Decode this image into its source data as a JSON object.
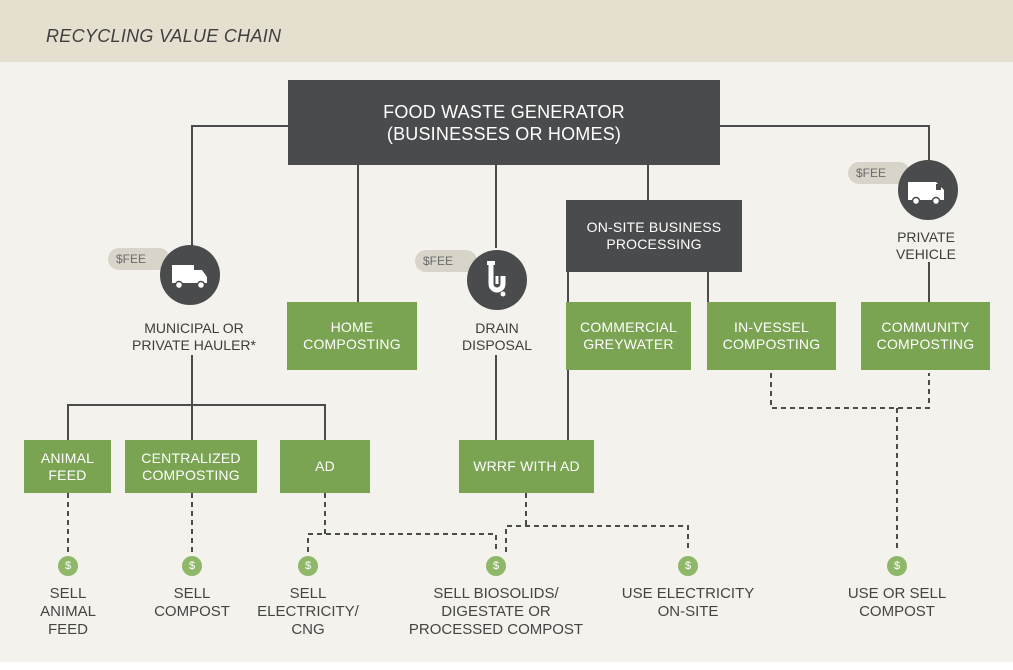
{
  "header": {
    "title": "RECYCLING VALUE CHAIN"
  },
  "generator": {
    "label": "FOOD WASTE GENERATOR\n(BUSINESSES OR HOMES)"
  },
  "onsite": {
    "label": "ON-SITE BUSINESS\nPROCESSING"
  },
  "fee_label": "$FEE",
  "coin_symbol": "$",
  "hauler": {
    "label": "MUNICIPAL OR\nPRIVATE HAULER*"
  },
  "drain": {
    "label": "DRAIN\nDISPOSAL"
  },
  "vehicle": {
    "label": "PRIVATE\nVEHICLE"
  },
  "boxes": {
    "home_composting": "HOME\nCOMPOSTING",
    "commercial_greywater": "COMMERCIAL\nGREYWATER",
    "in_vessel": "IN-VESSEL\nCOMPOSTING",
    "community": "COMMUNITY\nCOMPOSTING",
    "animal_feed": "ANIMAL\nFEED",
    "centralized": "CENTRALIZED\nCOMPOSTING",
    "ad": "AD",
    "wrrf": "WRRF WITH AD"
  },
  "outcomes": {
    "sell_animal_feed": "SELL\nANIMAL\nFEED",
    "sell_compost": "SELL\nCOMPOST",
    "sell_electricity": "SELL\nELECTRICITY/\nCNG",
    "sell_biosolids": "SELL BIOSOLIDS/\nDIGESTATE OR\nPROCESSED COMPOST",
    "use_electricity": "USE ELECTRICITY\nON-SITE",
    "use_or_sell": "USE OR SELL\nCOMPOST"
  },
  "colors": {
    "dark_box": "#4a4b4d",
    "green_box": "#7aa352",
    "background": "#f4f2ec",
    "header_band": "#e4dfcf",
    "coin": "#8fb768",
    "fee_pill": "#d8d4ca"
  },
  "icons": {
    "hauler": "truck-icon",
    "drain": "drain-pipe-icon",
    "vehicle": "van-icon",
    "coin": "dollar-coin-icon"
  }
}
